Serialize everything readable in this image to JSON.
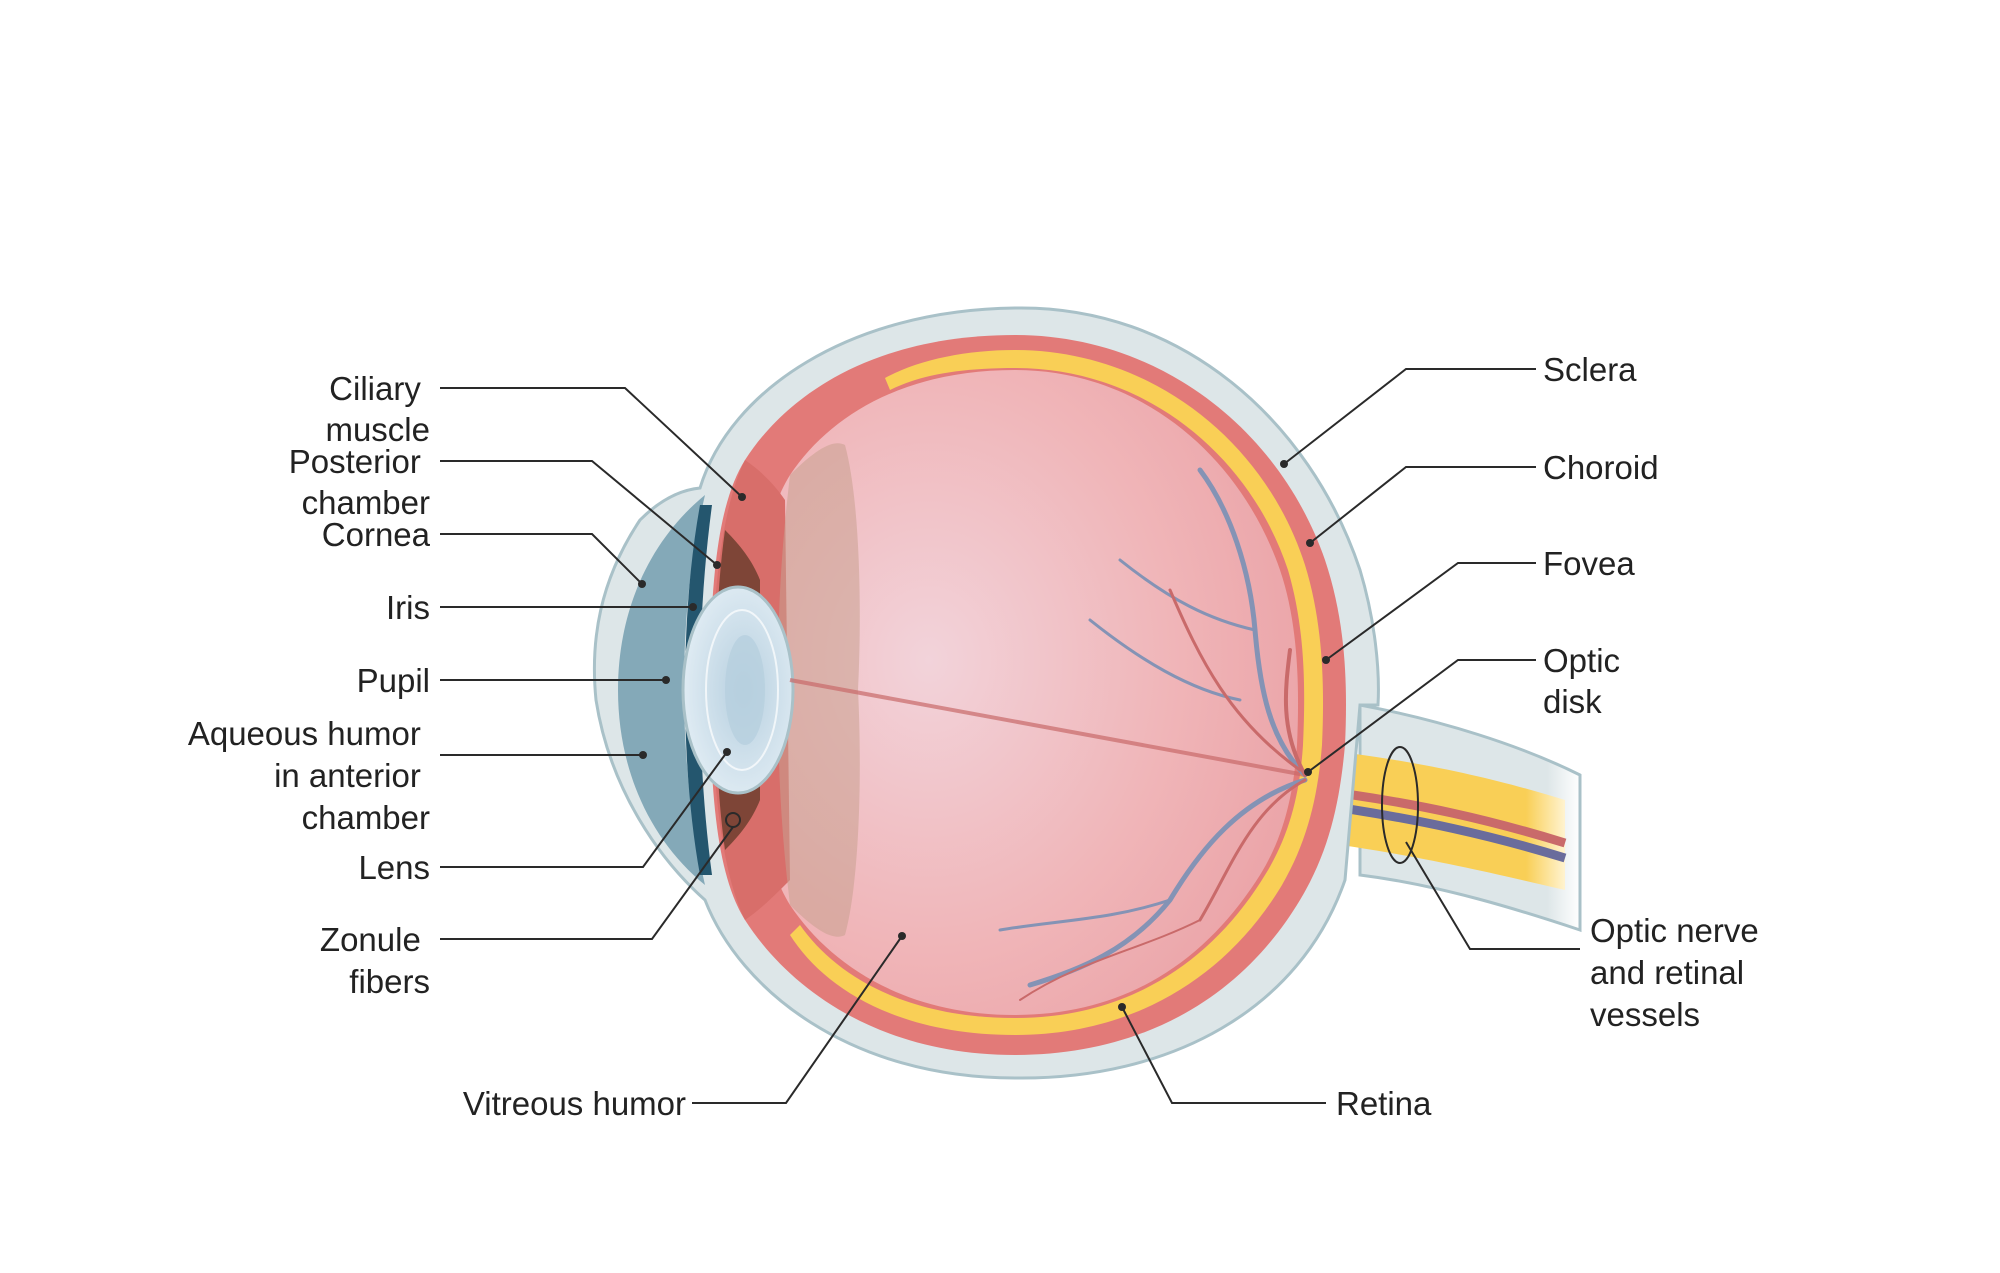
{
  "labels": {
    "ciliary_muscle": [
      "Ciliary",
      "muscle"
    ],
    "posterior_chamber": [
      "Posterior",
      "chamber"
    ],
    "cornea": [
      "Cornea"
    ],
    "iris": [
      "Iris"
    ],
    "pupil": [
      "Pupil"
    ],
    "aqueous_humor": [
      "Aqueous humor",
      "in anterior",
      "chamber"
    ],
    "lens": [
      "Lens"
    ],
    "zonule_fibers": [
      "Zonule",
      "fibers"
    ],
    "vitreous_humor": [
      "Vitreous humor"
    ],
    "retina": [
      "Retina"
    ],
    "sclera": [
      "Sclera"
    ],
    "choroid": [
      "Choroid"
    ],
    "fovea": [
      "Fovea"
    ],
    "optic_disk": [
      "Optic",
      "disk"
    ],
    "optic_nerve": [
      "Optic nerve",
      "and retinal",
      "vessels"
    ]
  },
  "colors": {
    "sclera": "#dde6e8",
    "sclera_outline": "#a9c1c8",
    "choroid": "#e27a78",
    "retina": "#f9cf56",
    "vitreous": "#eeb0b2",
    "lens": "#cfe0ec",
    "cornea_fluid": "#7aa2b3",
    "iris": "#24566e",
    "ciliary": "#6e3e2e",
    "vessel_blue": "#8493b5",
    "vessel_red": "#c96a6a",
    "leader_line": "#2a2a2a"
  }
}
